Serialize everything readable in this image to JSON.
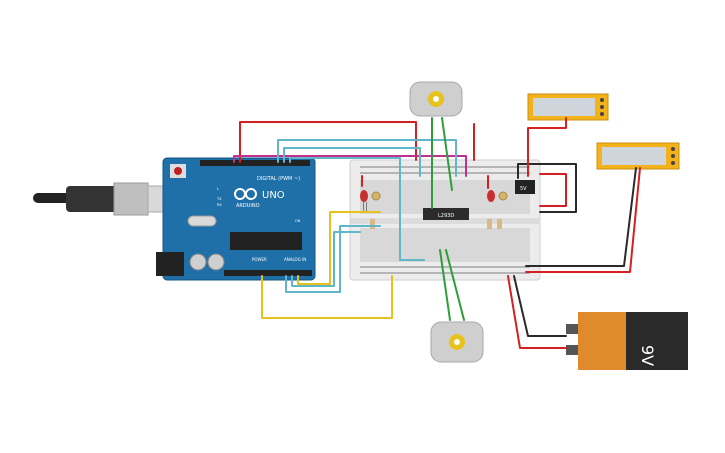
{
  "arduino": {
    "brand": "ARDUINO",
    "model": "UNO",
    "digital_label": "DIGITAL (PWM ~)",
    "power_label": "POWER",
    "analog_label": "ANALOG IN",
    "tx_label": "TX",
    "rx_label": "RX",
    "l_label": "L",
    "on_label": "ON"
  },
  "breadboard": {
    "driver_chip_label": "L293D",
    "regulator_label": "5V"
  },
  "battery": {
    "label": "9V"
  },
  "colors": {
    "board": "#1f6fa8",
    "wire_red": "#d42020",
    "wire_cyan": "#5fb7c9",
    "wire_magenta": "#c0308f",
    "wire_green": "#2f9e3a",
    "wire_yellow": "#e8c21c",
    "wire_black": "#2a2a2a",
    "lcd_frame": "#f3b21a",
    "battery_orange": "#e08a2c"
  }
}
